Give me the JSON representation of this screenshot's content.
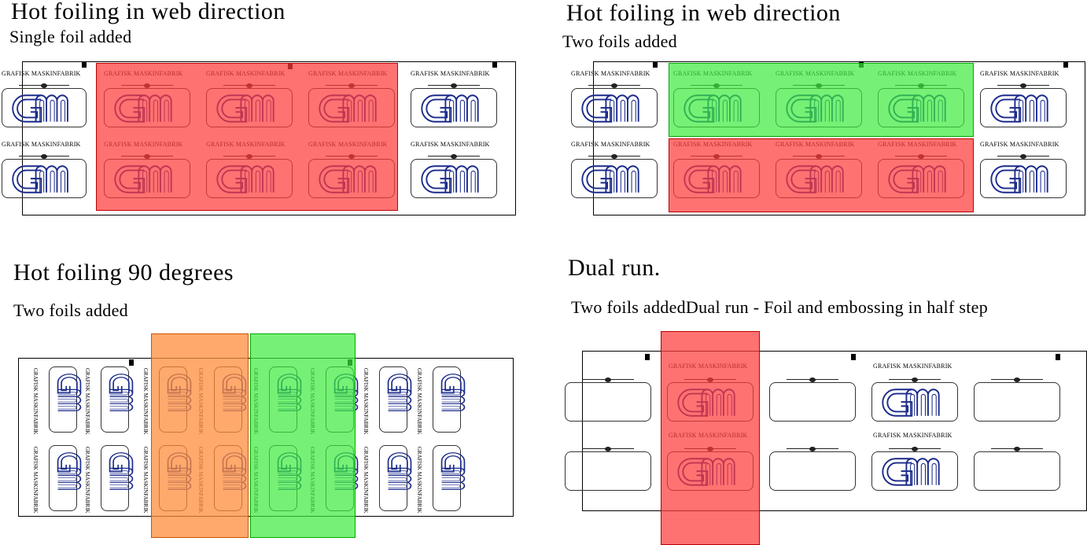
{
  "panels": {
    "tl": {
      "title": "Hot foiling in web direction",
      "subtitle": "Single foil added"
    },
    "tr": {
      "title": "Hot foiling in web direction",
      "subtitle": "Two foils added"
    },
    "bl": {
      "title": "Hot foiling 90 degrees",
      "subtitle": "Two foils added"
    },
    "br": {
      "title": "Dual run.",
      "subtitle": "Two foils addedDual run - Foil and embossing in half step"
    }
  },
  "label_text": "GRAFISK MASKINFABRIK",
  "colors": {
    "red_foil": "#ff3c3c",
    "green_foil": "#3ceb3c",
    "orange_foil": "#ff8c3c",
    "logo_blue": "#1a2a8a"
  },
  "icons": {
    "logo": "gm-logo-icon",
    "register_mark": "register-mark-icon"
  }
}
